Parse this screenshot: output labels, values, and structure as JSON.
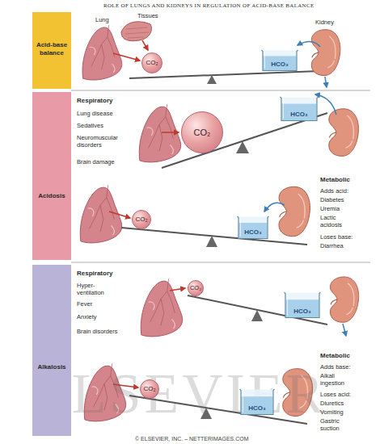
{
  "diagram": {
    "title": "ROLE OF LUNGS AND KIDNEYS IN REGULATION OF ACID-BASE BALANCE",
    "nodes": [
      {
        "text": [
          "Acid-base balance"
        ]
      },
      {
        "text": [
          "CO₂"
        ]
      },
      {
        "text": [
          "HCO₃"
        ]
      },
      {
        "text": [
          "Acidosis"
        ]
      },
      {
        "text": [
          "CO₂"
        ]
      },
      {
        "text": [
          "HCO₃"
        ]
      },
      {
        "text": [
          "CO₂"
        ]
      },
      {
        "text": [
          "HCO₃"
        ]
      },
      {
        "text": [
          "Alkalosis"
        ]
      },
      {
        "text": [
          "CO₂"
        ]
      },
      {
        "text": [
          "HCO₃"
        ]
      },
      {
        "text": [
          "CO₂"
        ]
      },
      {
        "text": [
          "HCO₃"
        ]
      }
    ],
    "labels": [
      "Lung",
      "Tissues",
      "Kidney",
      "Respiratory",
      "Lung disease",
      "Sedatives",
      "Neuromuscular disorders",
      "Brain damage",
      "Metabolic",
      "Adds acid:",
      "Diabetes",
      "Uremia",
      "Lactic acidosis",
      "Loses base:",
      "Diarrhea",
      "Respiratory",
      "Hyper-ventilation",
      "Fever",
      "Anxiety",
      "Brain disorders",
      "Metabolic",
      "Adds base:",
      "Alkali ingestion",
      "Loses acid:",
      "Diuretics",
      "Vomiting",
      "Gastric suction",
      "ELSEVIER",
      "© ELSEVIER, INC. – NETTERIMAGES.COM"
    ]
  }
}
